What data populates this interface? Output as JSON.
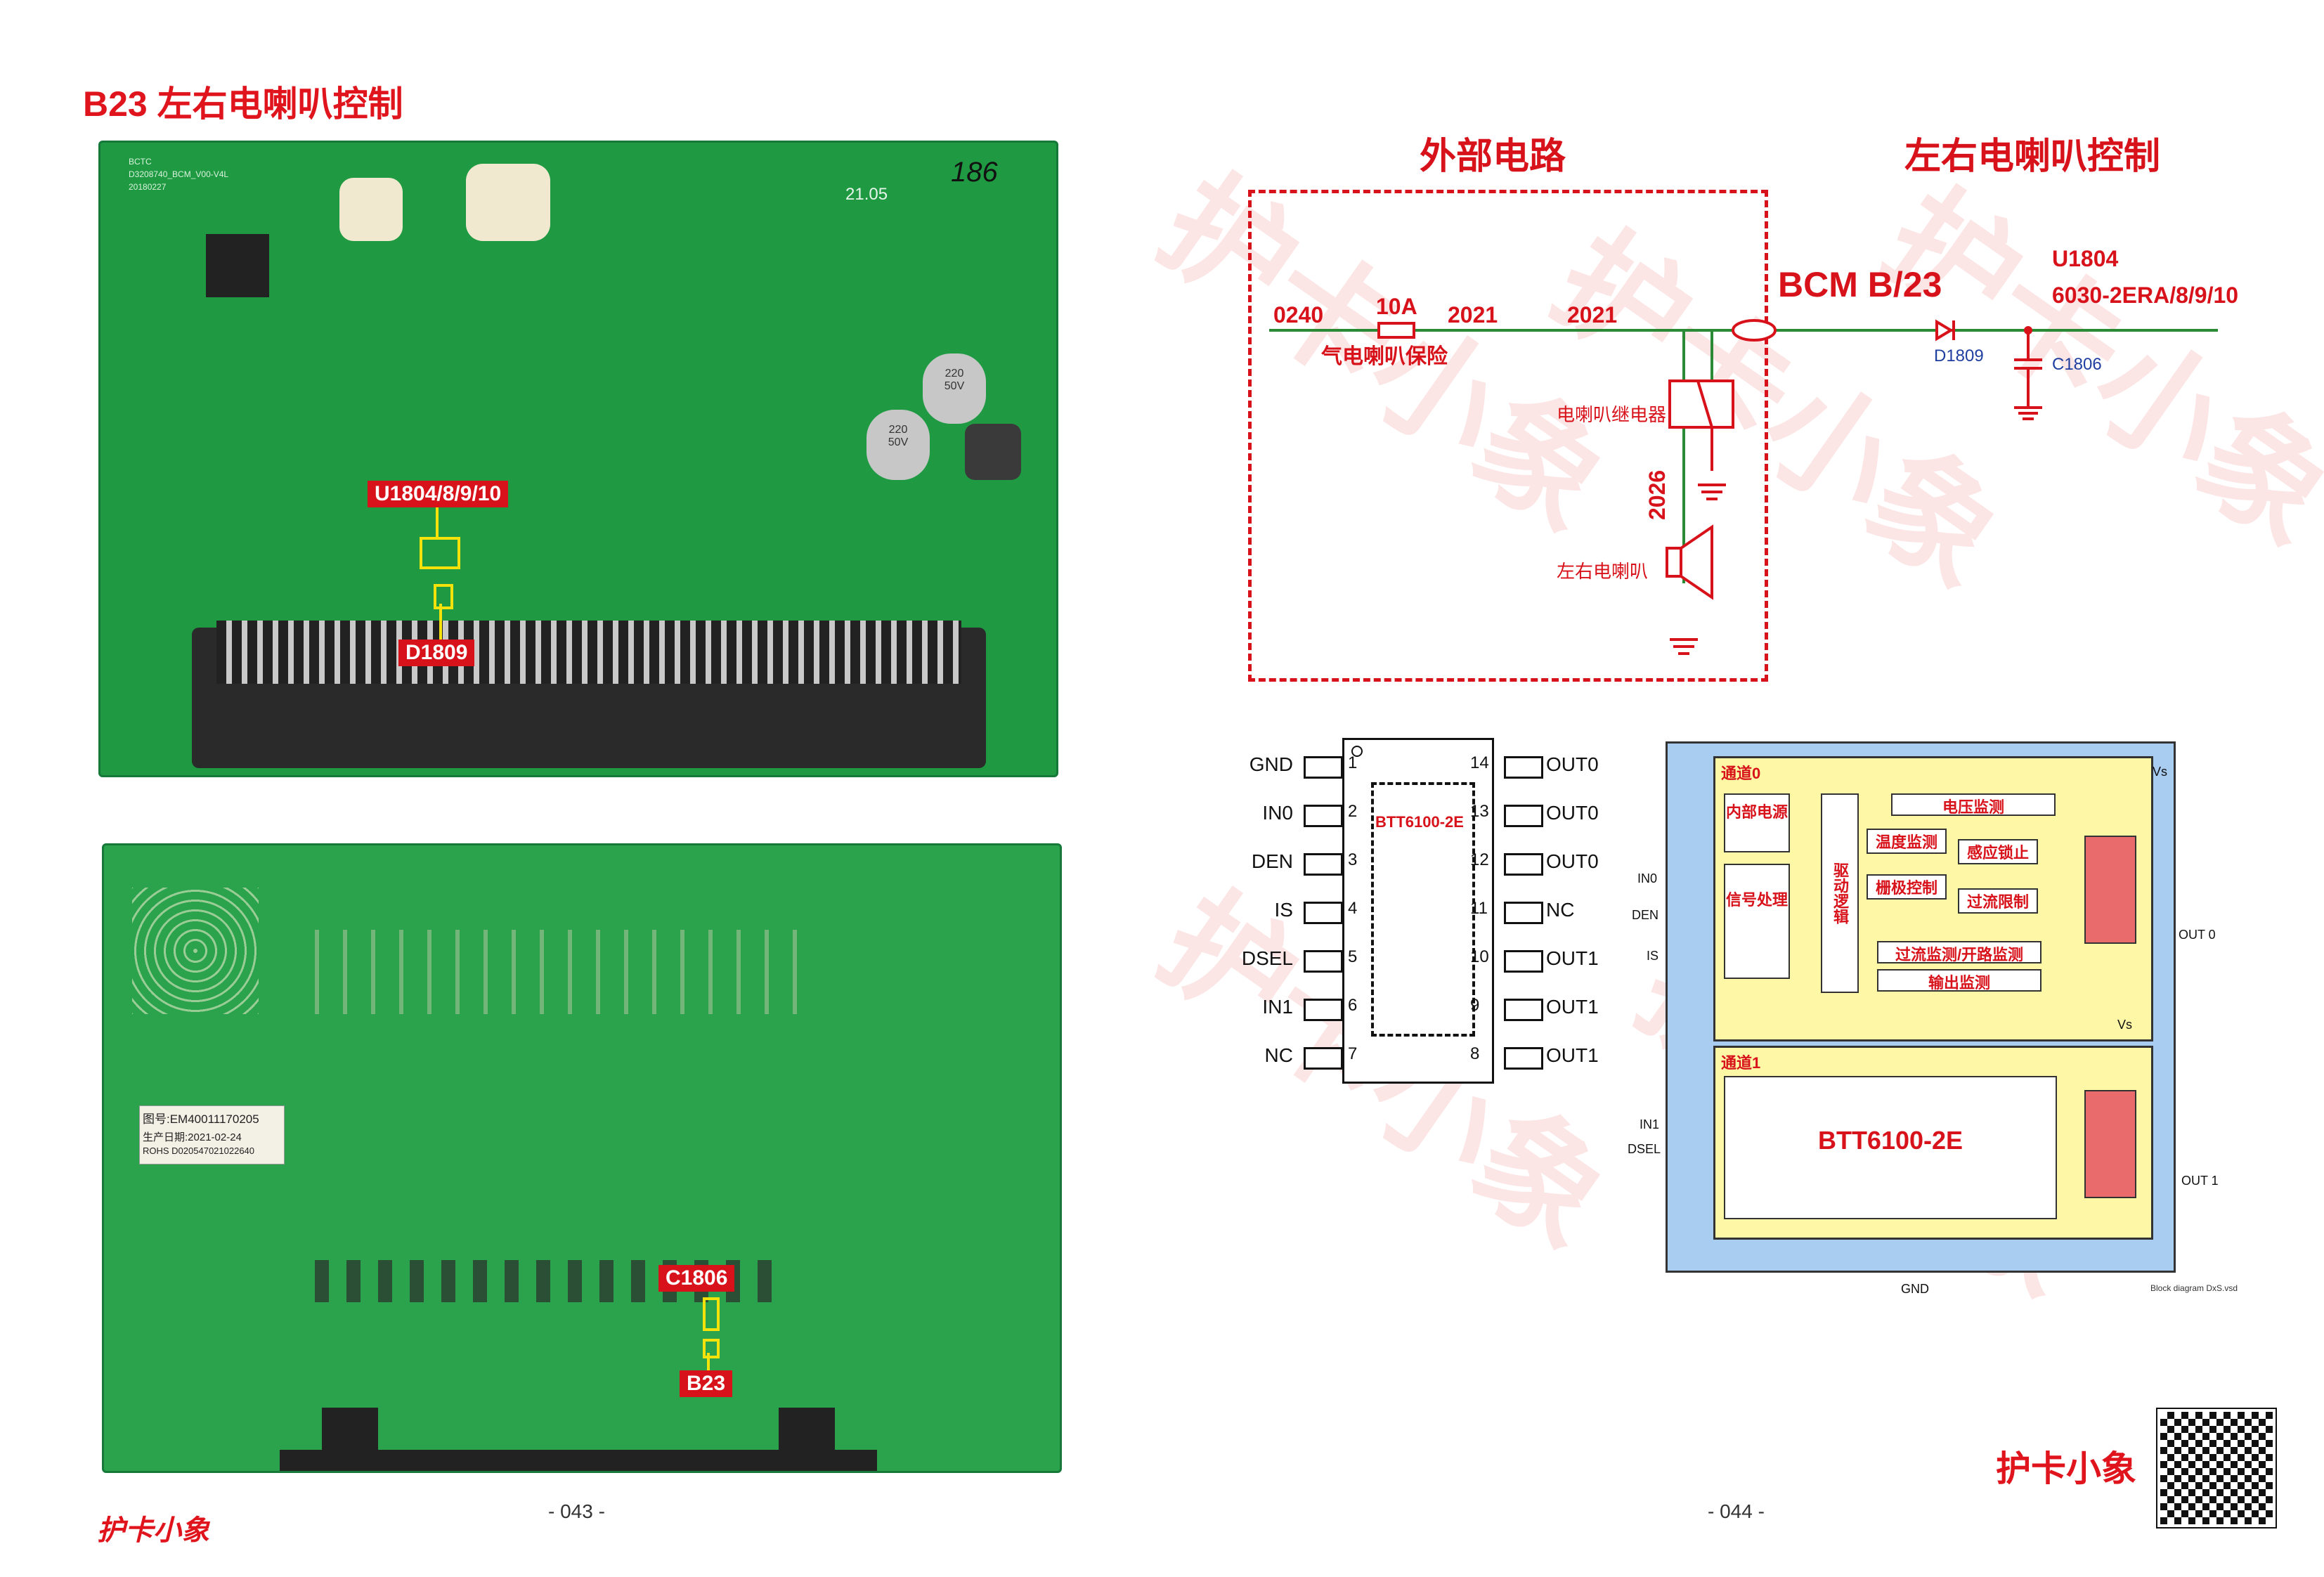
{
  "left_page": {
    "title": "B23  左右电喇叭控制",
    "top_board": {
      "silkscreen_1": "BCTC",
      "silkscreen_2": "D3208740_BCM_V00-V4L",
      "silkscreen_3": "20180227",
      "handwriting": "186",
      "date_mark": "21.05",
      "cap_label_1": "220\n50V",
      "cap_label_2": "220\n50V",
      "callout_u": "U1804/8/9/10",
      "callout_d": "D1809"
    },
    "bottom_board": {
      "sticker_line1": "图号:EM40011170205",
      "sticker_line2": "生产日期:2021-02-24",
      "sticker_line3": "ROHS D020547021022640",
      "callout_c": "C1806",
      "callout_b": "B23"
    },
    "brand": "护卡小象",
    "page_number": "- 043 -"
  },
  "right_page": {
    "heading_left": "外部电路",
    "heading_right": "左右电喇叭控制",
    "schematic": {
      "net_0240": "0240",
      "fuse_rating": "10A",
      "net_2021a": "2021",
      "net_2021b": "2021",
      "fuse_label": "气电喇叭保险",
      "relay_label": "电喇叭继电器",
      "net_2026": "2026",
      "horn_label": "左右电喇叭",
      "connector": "BCM B/23",
      "diode": "D1809",
      "cap": "C1806",
      "ic_ref": "U1804",
      "ic_part": "6030-2ERA/8/9/10"
    },
    "pinout": {
      "chip_label": "BTT6100-2E",
      "left_pins": [
        {
          "name": "GND",
          "num": "1"
        },
        {
          "name": "IN0",
          "num": "2"
        },
        {
          "name": "DEN",
          "num": "3"
        },
        {
          "name": "IS",
          "num": "4"
        },
        {
          "name": "DSEL",
          "num": "5"
        },
        {
          "name": "IN1",
          "num": "6"
        },
        {
          "name": "NC",
          "num": "7"
        }
      ],
      "right_pins": [
        {
          "name": "OUT0",
          "num": "14"
        },
        {
          "name": "OUT0",
          "num": "13"
        },
        {
          "name": "OUT0",
          "num": "12"
        },
        {
          "name": "NC",
          "num": "11"
        },
        {
          "name": "OUT1",
          "num": "10"
        },
        {
          "name": "OUT1",
          "num": "9"
        },
        {
          "name": "OUT1",
          "num": "8"
        }
      ]
    },
    "block_diagram": {
      "ch0": "通道0",
      "ch1": "通道1",
      "internal_power": "内部电源",
      "signal_proc": "信号处理",
      "drive_logic": "驱动逻辑",
      "voltage_mon": "电压监测",
      "temp_mon": "温度监测",
      "induct_lock": "感应锁止",
      "gate_ctrl": "栅极控制",
      "overcurrent_limit": "过流限制",
      "oc_open_mon": "过流监测/开路监测",
      "out_mon": "输出监测",
      "chip_name": "BTT6100-2E",
      "vs_top": "Vs",
      "vs_bot": "Vs",
      "in0": "IN0",
      "den": "DEN",
      "is": "IS",
      "in1": "IN1",
      "dsel": "DSEL",
      "out0": "OUT 0",
      "out1": "OUT 1",
      "gnd": "GND",
      "caption": "Block diagram DxS.vsd"
    },
    "brand": "护卡小象",
    "page_number": "- 044 -"
  },
  "watermark": "护卡小象"
}
